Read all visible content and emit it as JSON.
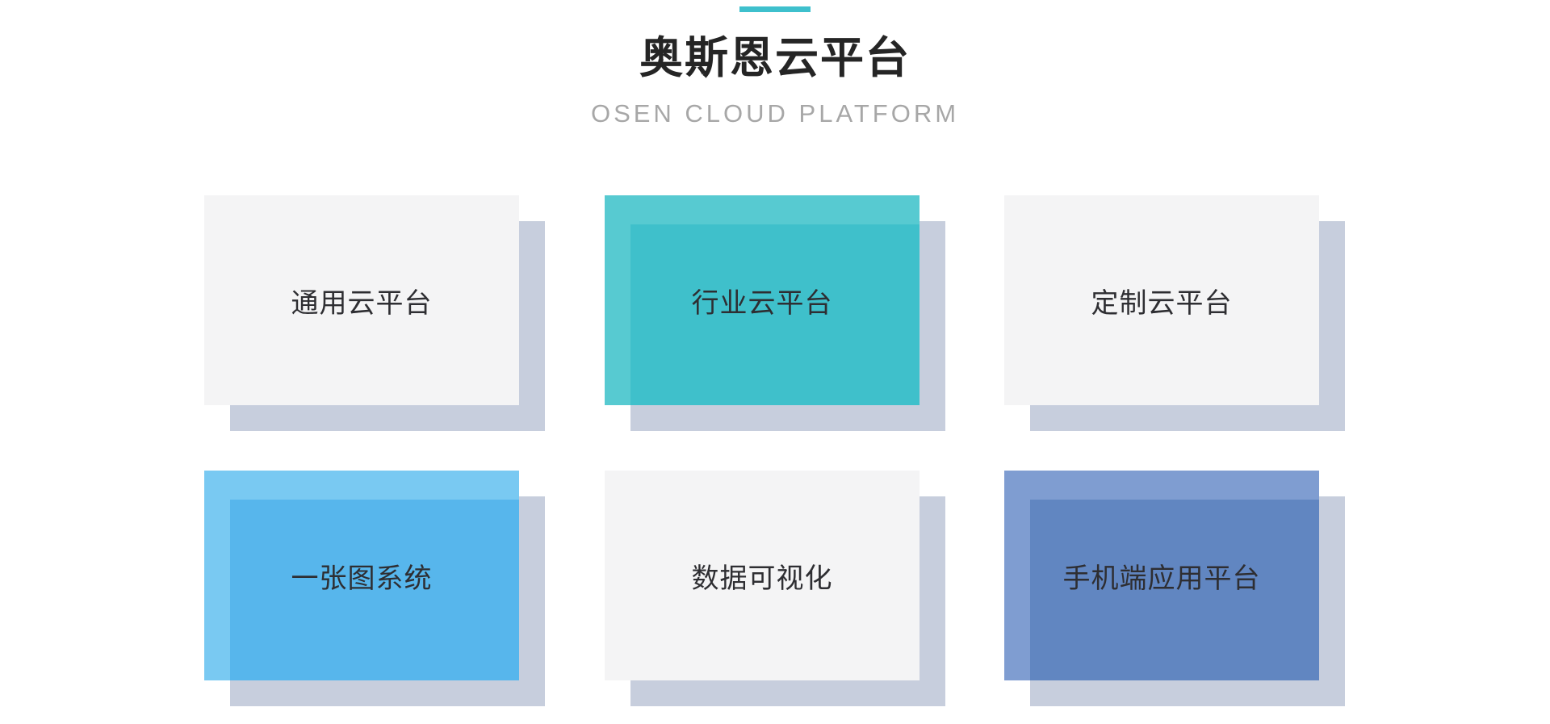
{
  "page": {
    "background": "#ffffff"
  },
  "header": {
    "accent_color": "#3ec0cd",
    "title": "奥斯恩云平台",
    "subtitle": "OSEN CLOUD PLATFORM"
  },
  "cards": [
    {
      "id": "general-cloud-platform",
      "label": "通用云平台",
      "style": "plain",
      "bg": "#f4f4f5",
      "shadow": "#c7cedd"
    },
    {
      "id": "industry-cloud-platform",
      "label": "行业云平台",
      "style": "layered",
      "back": "#57cad1",
      "front": "#3fc0cb",
      "shadow": "#c7cedd"
    },
    {
      "id": "custom-cloud-platform",
      "label": "定制云平台",
      "style": "plain",
      "bg": "#f4f4f5",
      "shadow": "#c7cedd"
    },
    {
      "id": "one-map-system",
      "label": "一张图系统",
      "style": "layered",
      "back": "#79c9f2",
      "front": "#57b6ec",
      "shadow": "#c7cedd"
    },
    {
      "id": "data-visualization",
      "label": "数据可视化",
      "style": "plain",
      "bg": "#f4f4f5",
      "shadow": "#c7cedd"
    },
    {
      "id": "mobile-app-platform",
      "label": "手机端应用平台",
      "style": "layered",
      "back": "#7f9dd1",
      "front": "#6186c1",
      "shadow": "#c7cedd"
    }
  ]
}
